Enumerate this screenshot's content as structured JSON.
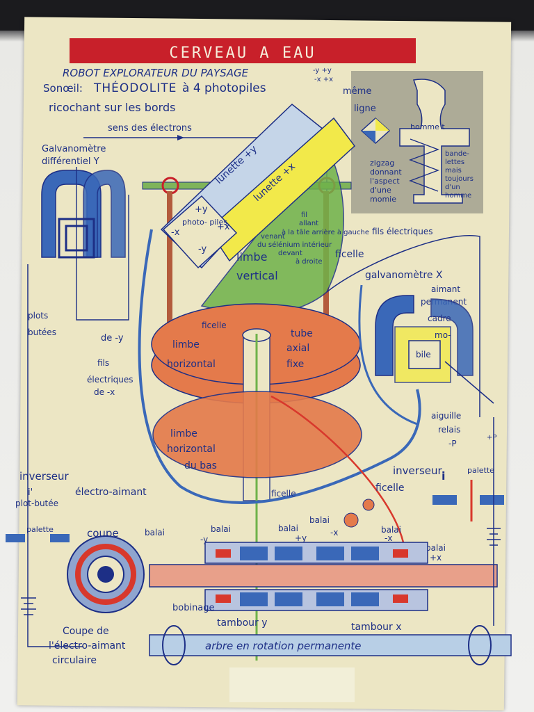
{
  "title": "CERVEAU  A  EAU",
  "header": {
    "line1": "ROBOT EXPLORATEUR DU PAYSAGE",
    "line1_sup": "-y +y",
    "line1_sub": "-x +x",
    "line2_prefix": "Sonœil:",
    "line2_theodolite": "THÉODOLITE",
    "line2_suffix": "à 4 photopiles",
    "line3": "ricochant sur les bords"
  },
  "labels": {
    "sens_electrons": "sens des électrons",
    "galvanometre_y_1": "Galvanomètre",
    "galvanometre_y_2": "différentiel Y",
    "meme_ligne_1": "même",
    "meme_ligne_2": "ligne",
    "homme_t": "homme t",
    "bandelettes": [
      "bande-",
      "lettes",
      "mais",
      "toujours",
      "d'un",
      "homme"
    ],
    "zigzag": [
      "zigzag",
      "donnant",
      "l'aspect",
      "d'une",
      "momie"
    ],
    "lunette_1": "lunette +y",
    "lunette_2": "lunette +x",
    "photopiles": "photo- piles",
    "fil_allant": [
      "fil",
      "allant",
      "à la tâle arrière à gauche"
    ],
    "fils_electriques_right": "fils électriques",
    "venant_selenium": [
      "venant",
      "du sélénium intérieur",
      "devant",
      "à droite"
    ],
    "ficelle_top": "ficelle",
    "limbe_vertical_1": "limbe",
    "limbe_vertical_2": "vertical",
    "galvanometre_x_1": "galvanomètre X",
    "galvanometre_x_2": "aimant",
    "galvanometre_x_3": "permanent",
    "cadre_mobile": [
      "cadre",
      "mo-",
      "bile"
    ],
    "plots_butees": [
      "plots",
      "butées"
    ],
    "de_y": "de -y",
    "fils_electriques_left": [
      "fils",
      "électriques",
      "de -x"
    ],
    "ficelle_mid": "ficelle",
    "limbe_horizontal": [
      "limbe",
      "horizontal"
    ],
    "tube_axial": [
      "tube",
      "axial",
      "fixe"
    ],
    "limbe_horizontal_bas": [
      "limbe",
      "horizontal",
      "du bas"
    ],
    "aiguille_relais": [
      "aiguille",
      "relais",
      "-P"
    ],
    "plus_p": "+P",
    "inverseur_left": "inverseur",
    "i_left": "i'",
    "plot_butee": "plot-butée",
    "electro_aimant": "électro-aimant",
    "palette_left": "palette",
    "inverseur_right": "inverseur",
    "i_right": "i",
    "palette_right": "palette",
    "ficelle_low": "ficelle",
    "ficelle_low2": "ficelle",
    "coupe": "coupe",
    "balai_1": "balai",
    "balai_2": "balai",
    "minus_y": "-y",
    "balai_3": "balai",
    "plus_y": "+y",
    "balai_4": "balai",
    "minus_x": "-x",
    "balai_5": "balai",
    "minus_x2": "-x",
    "balai_6": "balai",
    "plus_x": "+x",
    "bobinage": "bobinage",
    "tambour_y": "tambour y",
    "tambour_x": "tambour x",
    "coupe_electro": [
      "Coupe de",
      "l'électro-aimant",
      "circulaire"
    ],
    "arbre": "arbre en rotation permanente",
    "photo_signs": {
      "py": "+y",
      "mx": "-x",
      "px": "+x",
      "my": "-y"
    }
  },
  "colors": {
    "paper": "#ece6c4",
    "ink": "#1d2f86",
    "title_bar": "#c8202a",
    "orange": "#e47a4b",
    "green": "#6fb24a",
    "yellow": "#f2e94a",
    "blue": "#3a68b8",
    "red": "#d8382c"
  }
}
